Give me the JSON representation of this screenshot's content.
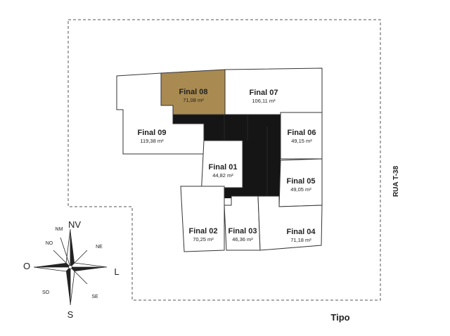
{
  "units": [
    {
      "id": "08",
      "name": "Final 08",
      "area": "71,08 m²",
      "color": "#a98a51"
    },
    {
      "id": "07",
      "name": "Final 07",
      "area": "106,11 m²",
      "color": "#ffffff"
    },
    {
      "id": "09",
      "name": "Final 09",
      "area": "119,38 m²",
      "color": "#ffffff"
    },
    {
      "id": "06",
      "name": "Final 06",
      "area": "49,15 m²",
      "color": "#ffffff"
    },
    {
      "id": "01",
      "name": "Final 01",
      "area": "44,82 m²",
      "color": "#ffffff"
    },
    {
      "id": "05",
      "name": "Final 05",
      "area": "49,05 m²",
      "color": "#ffffff"
    },
    {
      "id": "02",
      "name": "Final 02",
      "area": "70,25 m²",
      "color": "#ffffff"
    },
    {
      "id": "03",
      "name": "Final 03",
      "area": "46,36 m²",
      "color": "#ffffff"
    },
    {
      "id": "04",
      "name": "Final 04",
      "area": "71,18 m²",
      "color": "#ffffff"
    }
  ],
  "street_label": "RUA T-38",
  "floor_label": "Tipo",
  "compass": {
    "north": "NV",
    "south": "S",
    "east": "L",
    "west": "O",
    "nm": "NM",
    "no": "NO",
    "ne": "NE",
    "so": "SO",
    "se": "SE"
  },
  "colors": {
    "core": "#151515",
    "highlight": "#a98a51",
    "line": "#333333"
  }
}
